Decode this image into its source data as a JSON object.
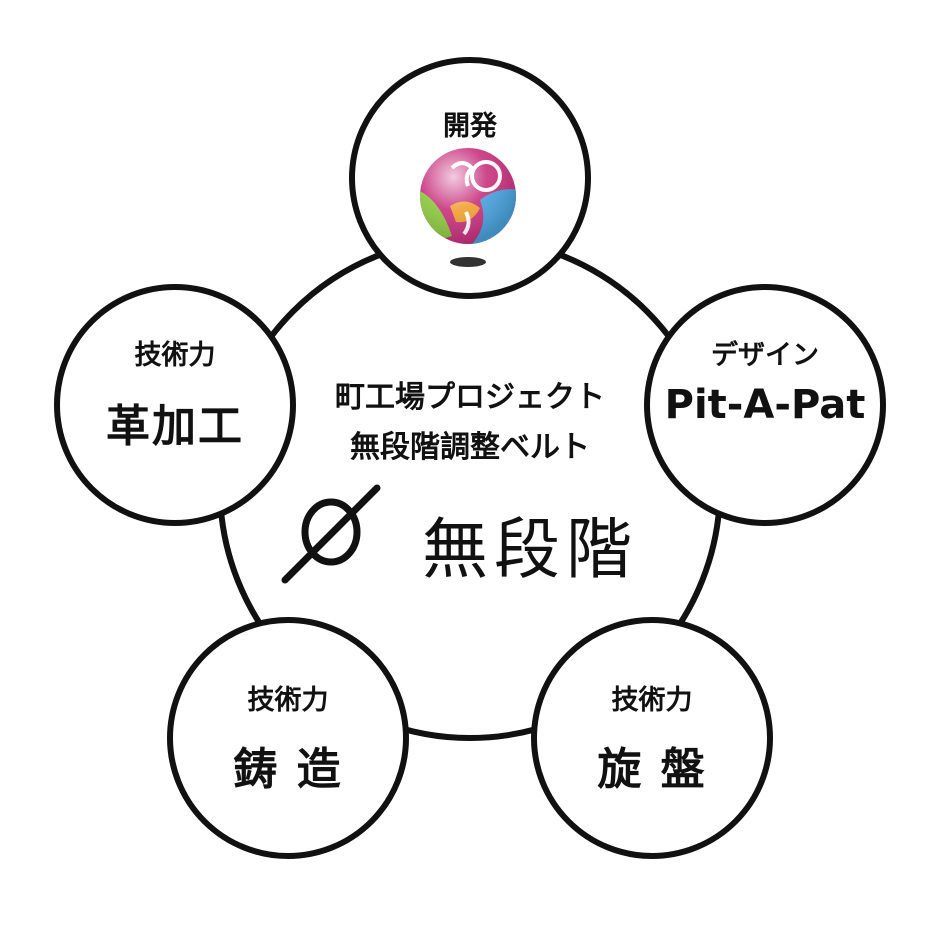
{
  "hub": {
    "line1": "町工場プロジェクト",
    "line2": "無段階調整ベルト",
    "brand_symbol": "∅",
    "brand_text": "無段階"
  },
  "nodes": {
    "top": {
      "label": "開発",
      "logo_icon": "colorful-sphere-logo"
    },
    "right": {
      "caption": "デザイン",
      "title": "Pit-A-Pat"
    },
    "bottom_right": {
      "caption": "技術力",
      "title": "旋 盤"
    },
    "bottom_left": {
      "caption": "技術力",
      "title": "鋳 造"
    },
    "left": {
      "caption": "技術力",
      "title": "革加工"
    }
  },
  "colors": {
    "stroke": "#111111",
    "logo_magenta": "#c8327e",
    "logo_green": "#8cc63f",
    "logo_blue": "#4aa3df",
    "logo_orange": "#f0a030"
  }
}
